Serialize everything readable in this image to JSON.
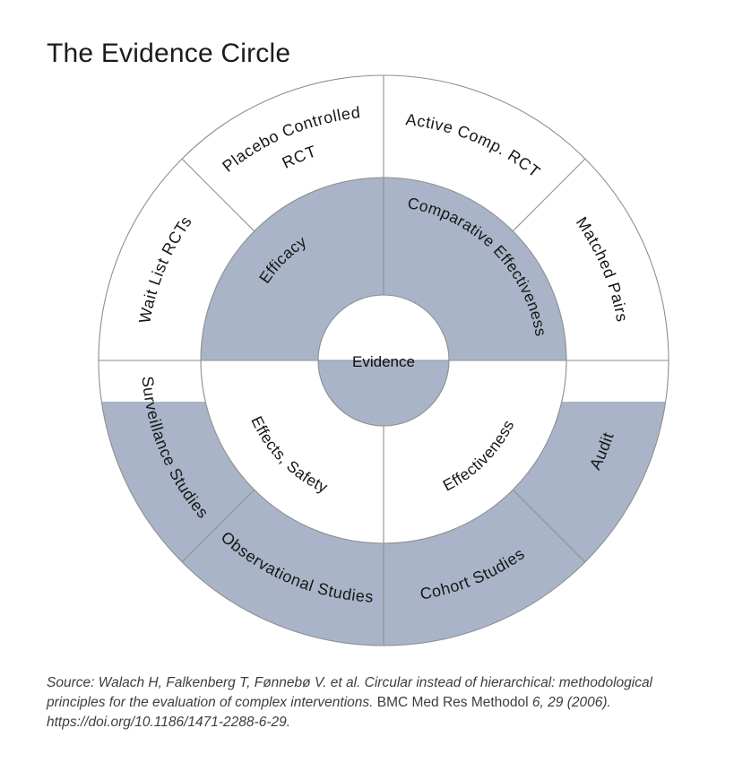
{
  "title": "The Evidence Circle",
  "diagram": {
    "center": {
      "label": "Evidence",
      "shaded_half": "bottom"
    },
    "inner_ring": {
      "shaded_half": "top",
      "quadrants": [
        {
          "label": "Efficacy",
          "position": "top-left",
          "shaded": true
        },
        {
          "label": "Comparative Effectiveness",
          "position": "top-right",
          "shaded": true
        },
        {
          "label": "Effects, Safety",
          "position": "bottom-left",
          "shaded": false
        },
        {
          "label": "Effectiveness",
          "position": "bottom-right",
          "shaded": false
        }
      ]
    },
    "outer_ring": {
      "shaded_region": "bottom segments below horizontal offset",
      "segments": [
        {
          "label": "Wait List RCTs",
          "position": "upper-left",
          "shaded": false
        },
        {
          "label": "Placebo Controlled RCT",
          "line1": "Placebo Controlled",
          "line2": "RCT",
          "position": "top-left",
          "shaded": false
        },
        {
          "label": "Active Comp. RCT",
          "position": "top-right",
          "shaded": false
        },
        {
          "label": "Matched Pairs",
          "position": "upper-right",
          "shaded": false
        },
        {
          "label": "Audit",
          "position": "lower-right",
          "shaded": true
        },
        {
          "label": "Cohort Studies",
          "position": "bottom-right",
          "shaded": true
        },
        {
          "label": "Observational Studies",
          "position": "bottom-left",
          "shaded": true
        },
        {
          "label": "Surveillance Studies",
          "position": "lower-left",
          "shaded": true
        }
      ]
    }
  },
  "source": {
    "line1": "Source: Walach H, Falkenberg T, Fønnebø V. et al. Circular instead of hierarchical: methodological",
    "line2_italic_pre": "principles for the evaluation of complex interventions. ",
    "line2_journal": "BMC Med Res Methodol",
    "line2_italic_post": " 6, 29 (2006).",
    "line3": "https://doi.org/10.1186/1471-2288-6-29."
  },
  "colors": {
    "shading_blue": "#a9b4c8",
    "line_gray": "#8f8f8f",
    "text_black": "#161616",
    "source_text_gray": "#3e3e3e"
  }
}
